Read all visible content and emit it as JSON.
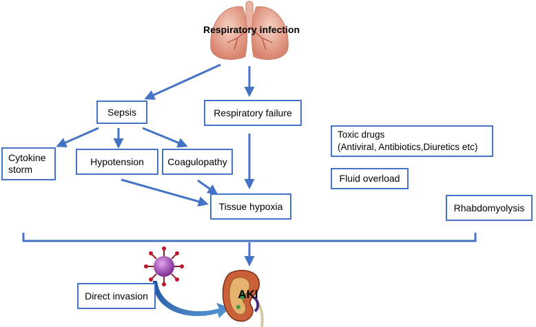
{
  "title": "Respiratory infection",
  "nodes": {
    "sepsis": "Sepsis",
    "respiratory_failure": "Respiratory failure",
    "cytokine_storm": "Cytokine\nstorm",
    "hypotension": "Hypotension",
    "coagulopathy": "Coagulopathy",
    "tissue_hypoxia": "Tissue hypoxia",
    "toxic_drugs": "Toxic drugs\n(Antiviral, Antibiotics,Diuretics etc)",
    "fluid_overload": "Fluid overload",
    "rhabdomyolysis": "Rhabdomyolysis",
    "direct_invasion": "Direct invasion"
  },
  "outcome": "AKI",
  "colors": {
    "arrow": "#4472c4",
    "box_border": "#4472c4",
    "lung": "#e7a18e",
    "virus": "#9b3fb0",
    "kidney": "#c9603a"
  }
}
